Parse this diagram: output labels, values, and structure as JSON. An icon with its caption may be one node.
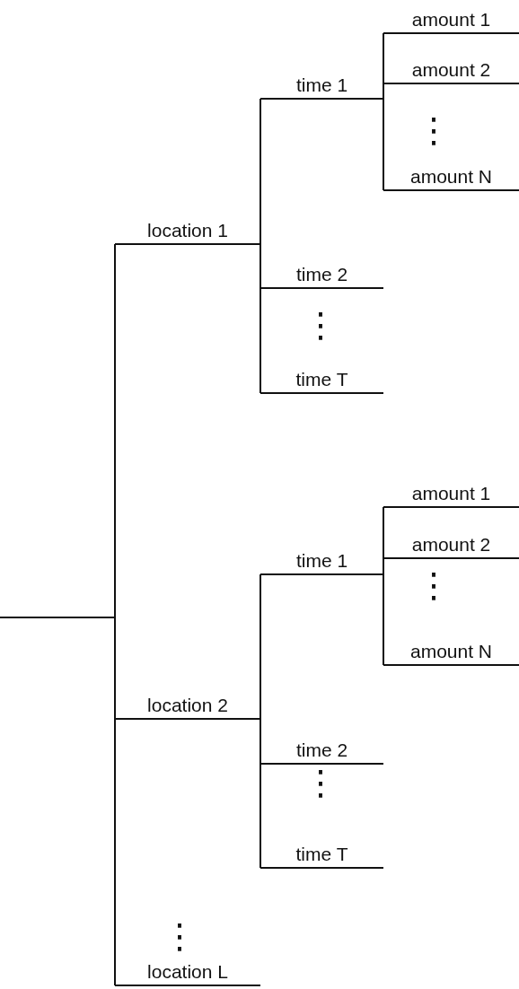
{
  "diagram": {
    "nodes": [
      {
        "text": [
          "location 1"
        ]
      },
      {
        "text": [
          "time 1"
        ]
      },
      {
        "text": [
          "amount 1"
        ]
      },
      {
        "text": [
          "amount 2"
        ]
      },
      {
        "text": [
          "amount N"
        ]
      },
      {
        "text": [
          "time 2"
        ]
      },
      {
        "text": [
          "time T"
        ]
      },
      {
        "text": [
          "location 2"
        ]
      },
      {
        "text": [
          "time 1"
        ]
      },
      {
        "text": [
          "amount 1"
        ]
      },
      {
        "text": [
          "amount 2"
        ]
      },
      {
        "text": [
          "amount N"
        ]
      },
      {
        "text": [
          "time 2"
        ]
      },
      {
        "text": [
          "time T"
        ]
      },
      {
        "text": [
          "location L"
        ]
      }
    ],
    "edges": [
      {
        "from": null,
        "to": 0,
        "arrow": "none"
      },
      {
        "from": 0,
        "to": 1,
        "arrow": "none"
      },
      {
        "from": 1,
        "to": 2,
        "arrow": "none"
      },
      {
        "from": 1,
        "to": 3,
        "arrow": "none"
      },
      {
        "from": 1,
        "to": 4,
        "arrow": "none"
      },
      {
        "from": 0,
        "to": 5,
        "arrow": "none"
      },
      {
        "from": 0,
        "to": 6,
        "arrow": "none"
      },
      {
        "from": null,
        "to": 7,
        "arrow": "none"
      },
      {
        "from": 7,
        "to": 8,
        "arrow": "none"
      },
      {
        "from": 8,
        "to": 9,
        "arrow": "none"
      },
      {
        "from": 8,
        "to": 10,
        "arrow": "none"
      },
      {
        "from": 8,
        "to": 11,
        "arrow": "none"
      },
      {
        "from": 7,
        "to": 12,
        "arrow": "none"
      },
      {
        "from": 7,
        "to": 13,
        "arrow": "none"
      },
      {
        "from": null,
        "to": 14,
        "arrow": "none"
      }
    ],
    "labels": [
      "⋮",
      "⋮",
      "⋮",
      "⋮",
      "⋮"
    ]
  }
}
